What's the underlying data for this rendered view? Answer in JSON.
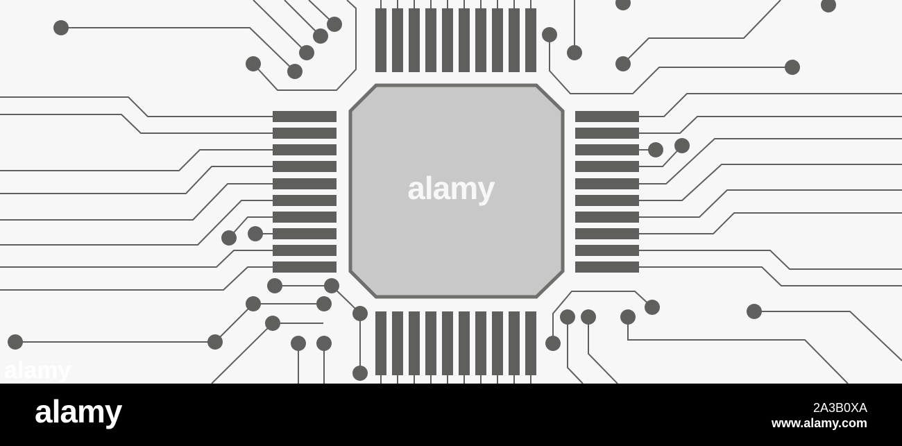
{
  "image": {
    "subject": "",
    "colors": {
      "background": "#f7f7f7",
      "trace": "#5f5f5d",
      "chip_body": "#c8c8c8",
      "chip_border": "#6f6f6d",
      "footer": "#000000"
    }
  },
  "watermarks": {
    "center": "alamy",
    "corner": "alamy"
  },
  "footer": {
    "logo": "alamy",
    "image_id": "2A3B0XA",
    "site": "www.alamy.com"
  }
}
